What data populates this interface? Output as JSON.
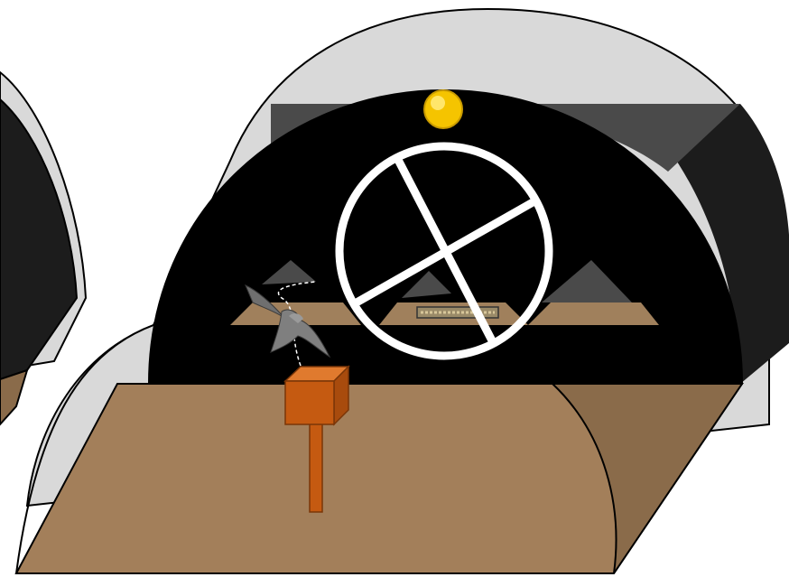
{
  "scene": {
    "components": [
      "neighboring-tunnel-enclosure",
      "tunnel-enclosure",
      "dark-end-wall",
      "overhead-light",
      "rotating-wheel-barrier",
      "perch-box",
      "perch-pole",
      "flying-pigeon",
      "flight-path",
      "feeder-tray"
    ],
    "colors": {
      "canopy": "#d9d9d9",
      "wall": "#000000",
      "floor": "#a37f5a",
      "floor_shadow": "#8a6b4a",
      "distant_floor": "#a0805c",
      "distant_peak": "#4a4a4a",
      "side_panel": "#1c1c1c",
      "wheel": "#ffffff",
      "light": "#f5c400",
      "light_highlight": "#ffe66b",
      "perch": "#c55a11",
      "perch_side": "#a84b0d",
      "perch_top": "#e07a2e",
      "pigeon": "#7f7f7f",
      "outline": "#000000"
    }
  }
}
